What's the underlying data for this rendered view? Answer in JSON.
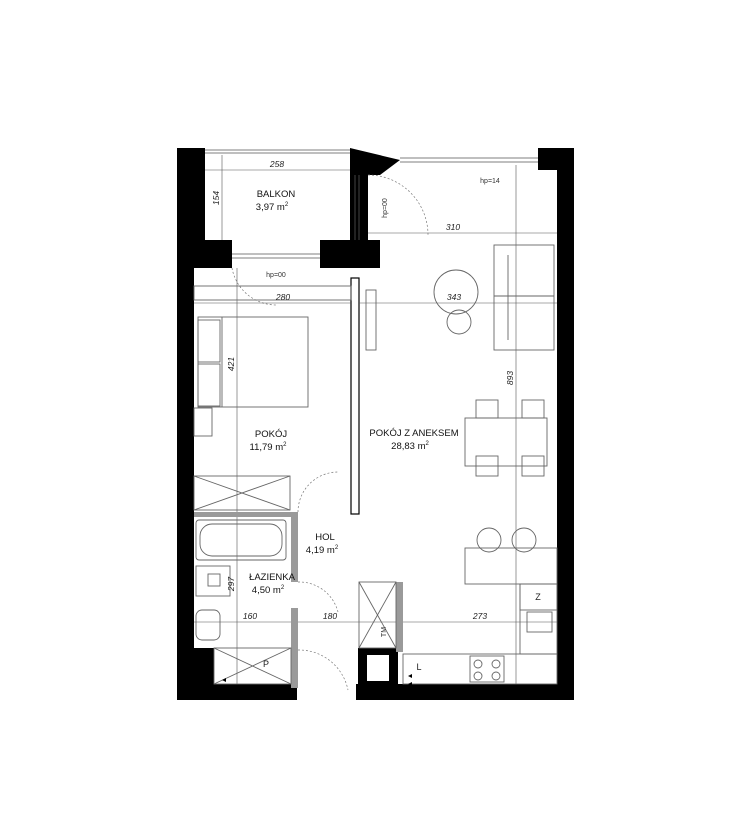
{
  "rooms": {
    "balkon": {
      "name": "BALKON",
      "area": "3,97 m",
      "unit_sup": "2"
    },
    "pokoj": {
      "name": "POKÓJ",
      "area": "11,79 m",
      "unit_sup": "2"
    },
    "pokoj_aneks": {
      "name": "POKÓJ Z ANEKSEM",
      "area": "28,83 m",
      "unit_sup": "2"
    },
    "hol": {
      "name": "HOL",
      "area": "4,19 m",
      "unit_sup": "2"
    },
    "lazienka": {
      "name": "ŁAZIENKA",
      "area": "4,50 m",
      "unit_sup": "2"
    }
  },
  "dimensions": {
    "balkon_width": "258",
    "balkon_depth": "154",
    "living_top": "310",
    "pokoj_width": "280",
    "living_width": "343",
    "pokoj_length": "421",
    "living_length": "893",
    "lazienka_length": "297",
    "lazienka_width": "160",
    "hol_width": "180",
    "kitchen_width": "273"
  },
  "labels": {
    "hp_14": "hp=14",
    "hp_00_vertical": "hp=00",
    "hp_00_balcony": "hp=00",
    "fridge_z": "Z",
    "cabinet_l": "L",
    "laundry_p": "P",
    "pantry_tm": "TM"
  }
}
